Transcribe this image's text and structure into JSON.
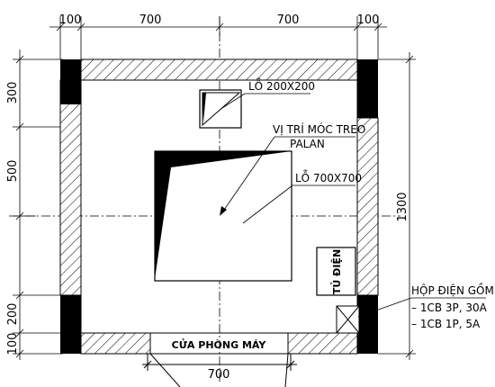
{
  "dimensions": {
    "top": [
      "100",
      "700",
      "700",
      "100"
    ],
    "left": [
      "300",
      "500",
      "200",
      "100"
    ],
    "right": "1300",
    "bottom": "700"
  },
  "labels": {
    "small_hole": "LỖ 200X200",
    "hook_line1": "VỊ TRÍ MÓC TREO",
    "hook_line2": "PALAN",
    "big_hole": "LỖ 700X700",
    "panel": "TỦ ĐIỆN",
    "door": "CỬA PHÒNG MÁY"
  },
  "junction_box": {
    "title": "HỘP ĐIỆN GỒM",
    "items": [
      "– 1CB 3P, 30A",
      "– 1CB 1P, 5A"
    ]
  }
}
